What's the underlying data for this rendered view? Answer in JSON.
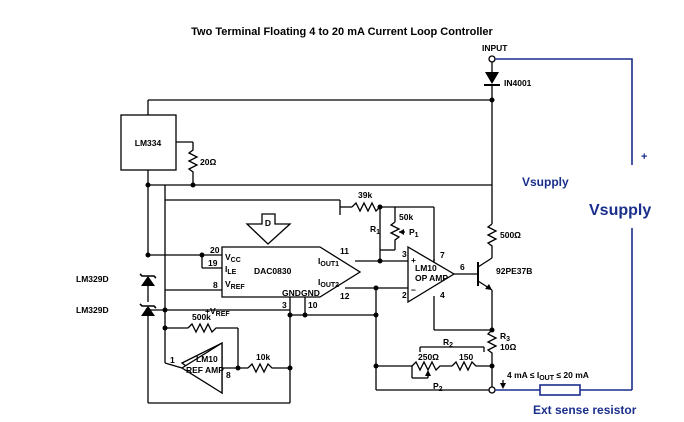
{
  "title": "Two Terminal Floating 4 to 20 mA Current Loop Controller",
  "labels": {
    "input": "INPUT",
    "diode": "IN4001",
    "lm334": "LM334",
    "r20": "20Ω",
    "r39k": "39k",
    "r50k": "50k",
    "r1": "R",
    "r1_sub": "1",
    "p1": "P",
    "p1_sub": "1",
    "r500": "500Ω",
    "transistor": "92PE37B",
    "opamp_line1": "LM10",
    "opamp_line2": "OP AMP",
    "dac": "DAC0830",
    "d_arrow": "D",
    "vcc": "V",
    "vcc_sub": "CC",
    "ile": "I",
    "ile_sub": "LE",
    "vref_pin": "V",
    "vref_sub": "REF",
    "iout1": "I",
    "iout1_sub": "OUT1",
    "iout2": "I",
    "iout2_sub": "OUT2",
    "gnd1": "GND",
    "gnd2": "GND",
    "pin20": "20",
    "pin19": "19",
    "pin8": "8",
    "pin11": "11",
    "pin12": "12",
    "pin3": "3",
    "pin10": "10",
    "op_pin3": "3",
    "op_pin2": "2",
    "op_pin7": "7",
    "op_pin4": "4",
    "op_pin6": "6",
    "zener1": "LM329D",
    "zener2": "LM329D",
    "vref_line_pre": "+V",
    "vref_line_sub": "REF",
    "r500k": "500k",
    "r10k": "10k",
    "refamp_line1": "LM10",
    "refamp_line2": "REF AMP",
    "ref_pin1": "1",
    "ref_pin8": "8",
    "r2": "R",
    "r2_sub": "2",
    "r250": "250Ω",
    "r150": "150",
    "p2": "P",
    "p2_sub": "2",
    "r3": "R",
    "r3_sub": "3",
    "r10": "10Ω",
    "iout_range": "4 mA ≤ I",
    "iout_range_sub": "OUT",
    "iout_range_post": " ≤ 20 mA",
    "plus_sign": "+",
    "vsupply_small": "Vsupply",
    "vsupply_large": "Vsupply",
    "ext_sense": "Ext sense resistor"
  }
}
